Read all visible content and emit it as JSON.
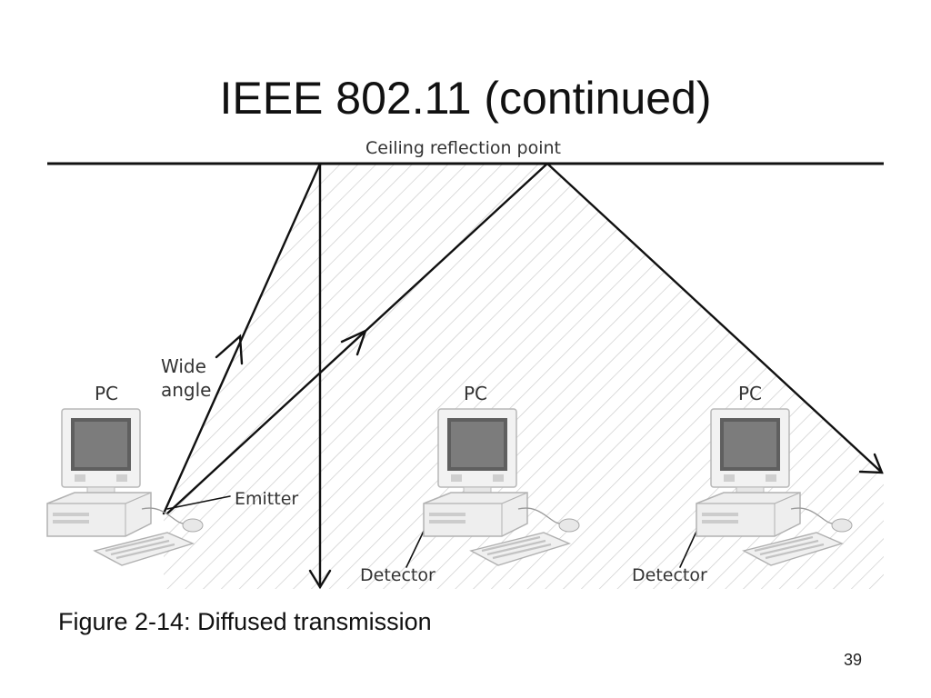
{
  "slide": {
    "title": "IEEE 802.11 (continued)",
    "caption": "Figure 2-14: Diffused transmission",
    "page_number": "39"
  },
  "diagram": {
    "ceiling_label": "Ceiling reflection point",
    "beam_label_line1": "Wide",
    "beam_label_line2": "angle",
    "emitter_label": "Emitter",
    "detector_labels": [
      "Detector",
      "Detector"
    ],
    "pc_labels": [
      "PC",
      "PC",
      "PC"
    ]
  },
  "colors": {
    "line": "#111111",
    "hatch": "#c8c8c8",
    "text": "#333333"
  },
  "icons": [
    "pc-tower-monitor-icon",
    "keyboard-icon",
    "mouse-icon"
  ]
}
